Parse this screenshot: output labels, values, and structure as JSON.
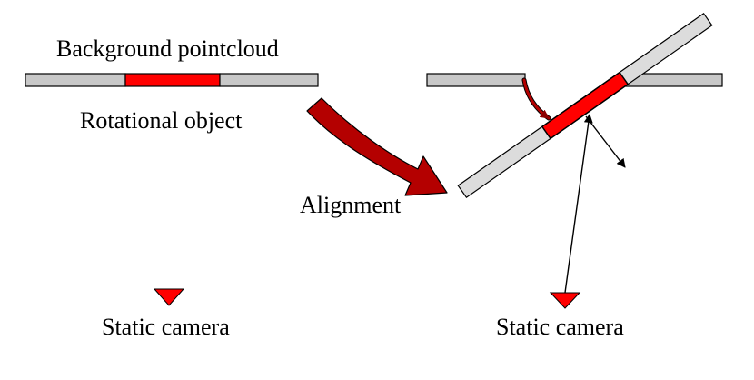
{
  "labels": {
    "background_pointcloud": "Background pointcloud",
    "rotational_object": "Rotational object",
    "alignment": "Alignment",
    "static_camera_left": "Static camera",
    "static_camera_right": "Static camera"
  },
  "colors": {
    "background_bar": "#c8c8c8",
    "rotated_bar": "#dcdcdc",
    "object_red": "#ff0000",
    "arrow_dark_red": "#b40000",
    "outline": "#000000",
    "camera_red": "#ff0000"
  }
}
